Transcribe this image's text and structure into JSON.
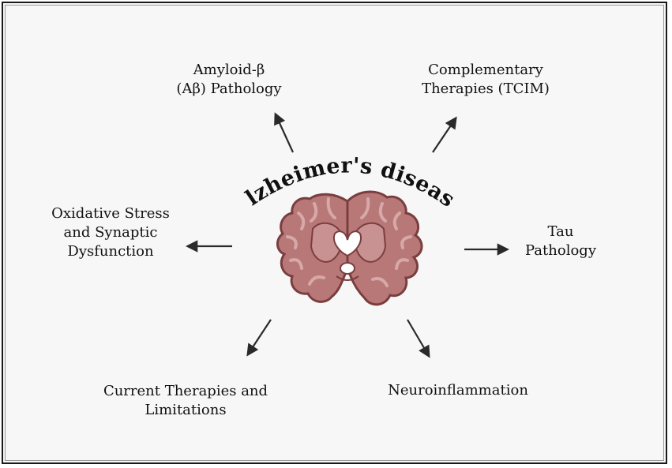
{
  "center": {
    "title": "Alzheimer's disease"
  },
  "topics": {
    "amyloid": {
      "line1": "Amyloid-β",
      "line2": "(Aβ) Pathology"
    },
    "complementary": {
      "line1": "Complementary",
      "line2": "Therapies (TCIM)"
    },
    "oxidative": {
      "line1": "Oxidative Stress",
      "line2": "and Synaptic",
      "line3": "Dysfunction"
    },
    "tau": {
      "line1": "Tau",
      "line2": "Pathology"
    },
    "current": {
      "line1": "Current Therapies and",
      "line2": "Limitations"
    },
    "neuro": {
      "line1": "Neuroinflammation"
    }
  },
  "colors": {
    "brain_fill": "#b87878",
    "brain_outline": "#7a3e3e",
    "brain_inner": "#d7a8a8",
    "ventricle": "#ffffff",
    "arrow": "#2a2a2a",
    "text": "#111111"
  }
}
